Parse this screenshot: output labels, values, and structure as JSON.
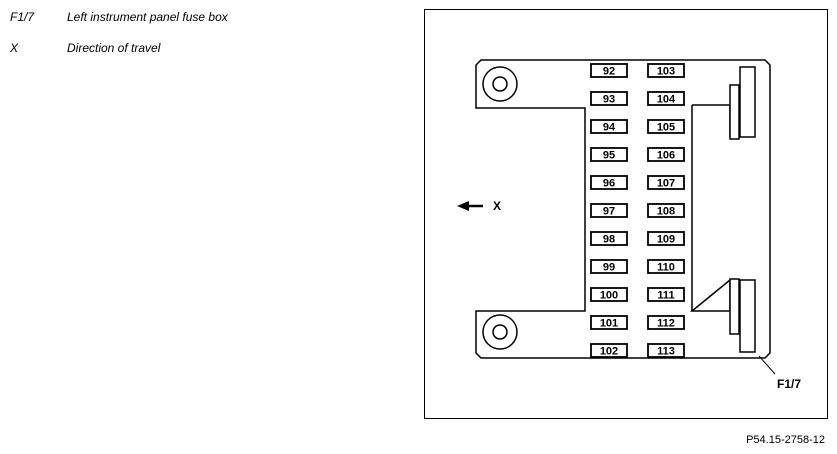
{
  "legend": [
    {
      "key": "F1/7",
      "description": "Left instrument panel fuse box"
    },
    {
      "key": "X",
      "description": "Direction of travel"
    }
  ],
  "diagram": {
    "fuse_column_left": [
      "92",
      "93",
      "94",
      "95",
      "96",
      "97",
      "98",
      "99",
      "100",
      "101",
      "102"
    ],
    "fuse_column_right": [
      "103",
      "104",
      "105",
      "106",
      "107",
      "108",
      "109",
      "110",
      "111",
      "112",
      "113"
    ],
    "direction_label": "X",
    "component_label": "F1/7"
  },
  "figure_ref": "P54.15-2758-12"
}
